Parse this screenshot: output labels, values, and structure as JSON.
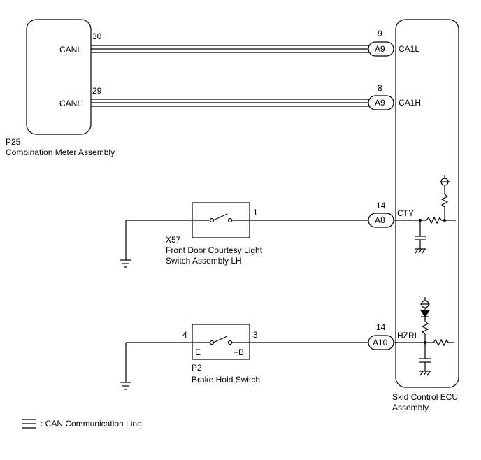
{
  "meter": {
    "code": "P25",
    "name": "Combination Meter Assembly",
    "pins": [
      {
        "num": "30",
        "label": "CANL"
      },
      {
        "num": "29",
        "label": "CANH"
      }
    ]
  },
  "ecu": {
    "name_line1": "Skid Control ECU",
    "name_line2": "Assembly",
    "pins": [
      {
        "connector": "A9",
        "num": "9",
        "label": "CA1L"
      },
      {
        "connector": "A9",
        "num": "8",
        "label": "CA1H"
      },
      {
        "connector": "A8",
        "num": "14",
        "label": "CTY"
      },
      {
        "connector": "A10",
        "num": "14",
        "label": "HZRI"
      }
    ]
  },
  "courtesy_switch": {
    "code": "X57",
    "name_line1": "Front Door Courtesy Light",
    "name_line2": "Switch Assembly LH",
    "pin": "1"
  },
  "brake_switch": {
    "code": "P2",
    "name": "Brake Hold Switch",
    "pin_left": "4",
    "pin_right": "3",
    "term_left": "E",
    "term_right": "+B"
  },
  "legend": {
    "text": ": CAN Communication Line",
    "line_style": "triple-parallel"
  }
}
